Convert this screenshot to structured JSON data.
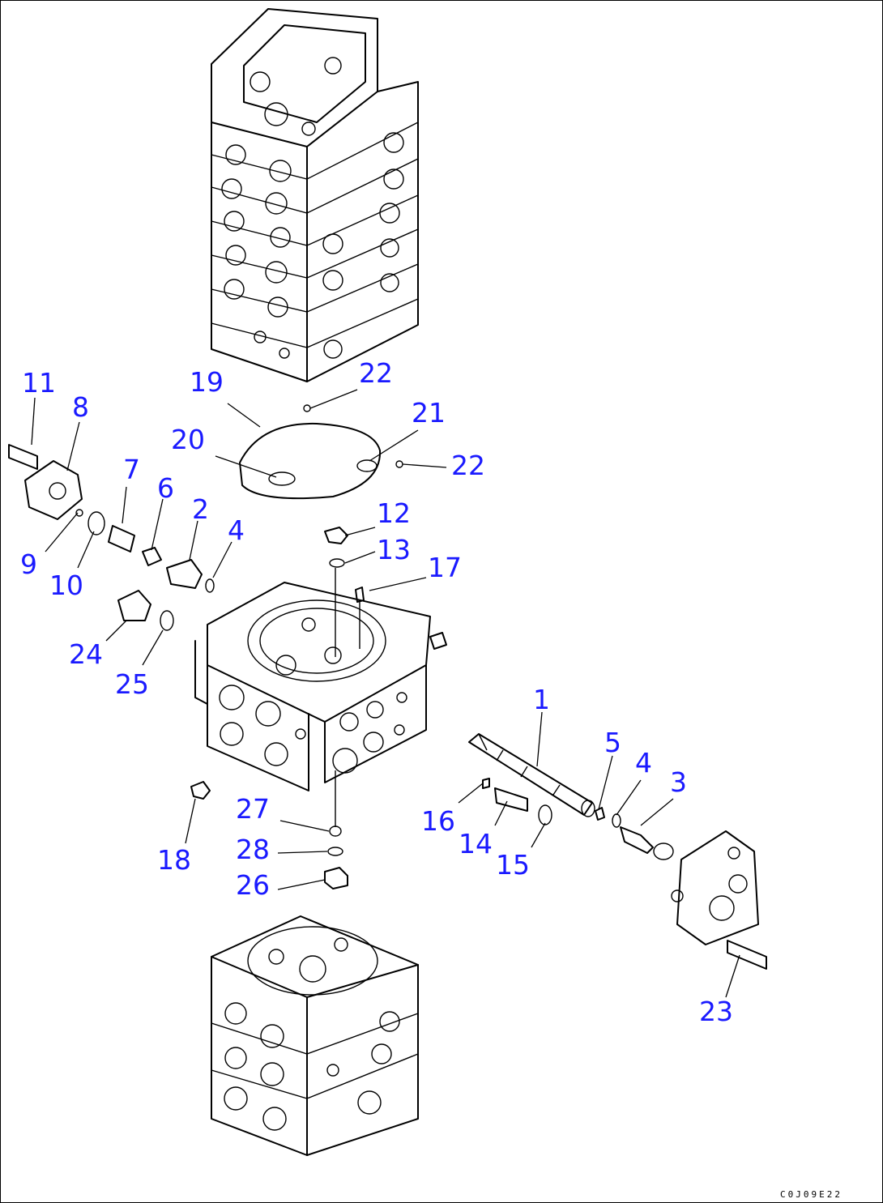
{
  "diagram_code": "C0J09E22",
  "callouts": [
    {
      "id": "11",
      "label": "11"
    },
    {
      "id": "8",
      "label": "8"
    },
    {
      "id": "7",
      "label": "7"
    },
    {
      "id": "6",
      "label": "6"
    },
    {
      "id": "2",
      "label": "2"
    },
    {
      "id": "4a",
      "label": "4"
    },
    {
      "id": "9",
      "label": "9"
    },
    {
      "id": "10",
      "label": "10"
    },
    {
      "id": "19",
      "label": "19"
    },
    {
      "id": "22a",
      "label": "22"
    },
    {
      "id": "20",
      "label": "20"
    },
    {
      "id": "21",
      "label": "21"
    },
    {
      "id": "22b",
      "label": "22"
    },
    {
      "id": "12",
      "label": "12"
    },
    {
      "id": "13",
      "label": "13"
    },
    {
      "id": "17",
      "label": "17"
    },
    {
      "id": "24",
      "label": "24"
    },
    {
      "id": "25",
      "label": "25"
    },
    {
      "id": "1",
      "label": "1"
    },
    {
      "id": "5",
      "label": "5"
    },
    {
      "id": "4b",
      "label": "4"
    },
    {
      "id": "3",
      "label": "3"
    },
    {
      "id": "16",
      "label": "16"
    },
    {
      "id": "14",
      "label": "14"
    },
    {
      "id": "15",
      "label": "15"
    },
    {
      "id": "27",
      "label": "27"
    },
    {
      "id": "28",
      "label": "28"
    },
    {
      "id": "26",
      "label": "26"
    },
    {
      "id": "18",
      "label": "18"
    },
    {
      "id": "23",
      "label": "23"
    }
  ]
}
